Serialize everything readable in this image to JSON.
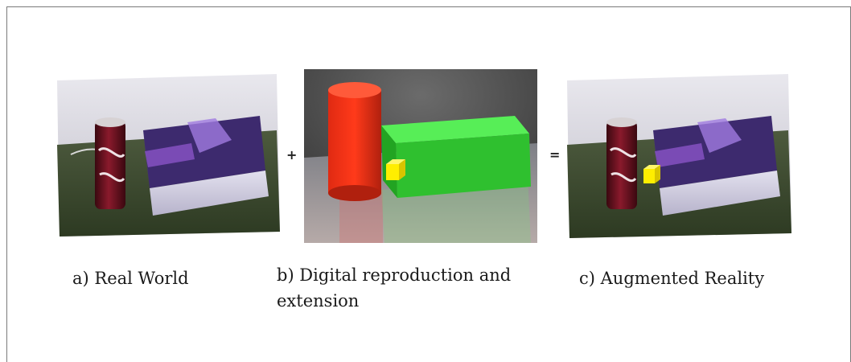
{
  "panels": [
    {
      "id": "a",
      "caption": "a) Real World"
    },
    {
      "id": "b",
      "caption": "b) Digital reproduction and extension"
    },
    {
      "id": "c",
      "caption": "c) Augmented Reality"
    }
  ],
  "operators": {
    "plus": "+",
    "equals": "="
  },
  "colors": {
    "can": "#6e1222",
    "book_cover": "#3d2a6e",
    "cylinder": "#ff2a10",
    "box": "#2fd12f",
    "cube": "#ffee00",
    "table": "#3a4a30"
  }
}
